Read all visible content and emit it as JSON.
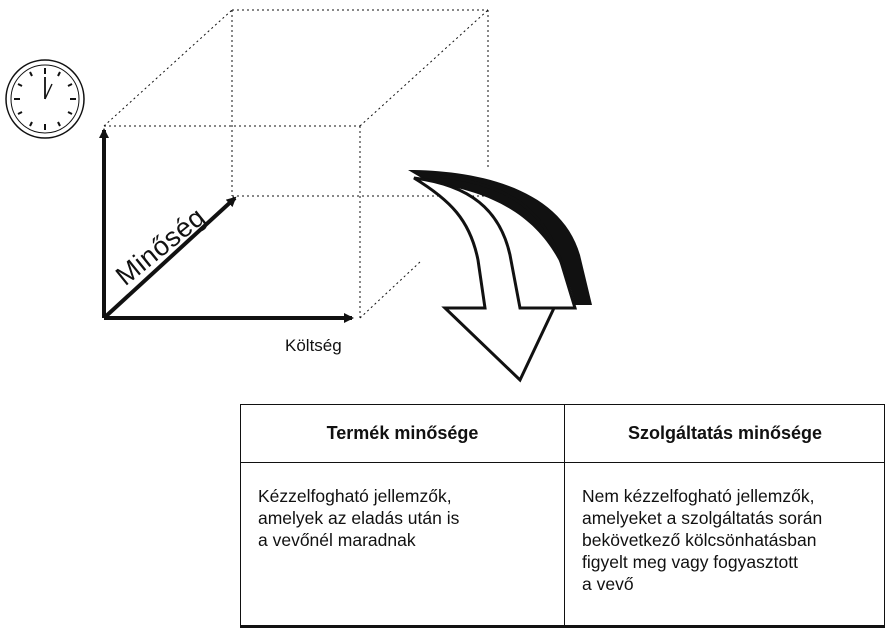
{
  "diagram": {
    "axes": {
      "x_label": "Költség",
      "diagonal_label": "Minőség",
      "vertical_icon": "clock-icon"
    },
    "arrow_icon": "curved-down-arrow-icon"
  },
  "table": {
    "columns": [
      {
        "header": "Termék minősége",
        "lines": [
          "Kézzelfogható jellemzők,",
          "amelyek az eladás után is",
          "a vevőnél maradnak"
        ]
      },
      {
        "header": "Szolgáltatás minősége",
        "lines": [
          "Nem kézzelfogható jellemzők,",
          "amelyeket a szolgáltatás során",
          "bekövetkező kölcsönhatásban",
          "figyelt meg vagy fogyasztott",
          "a vevő"
        ]
      }
    ]
  },
  "colors": {
    "ink": "#111111",
    "background": "#ffffff"
  }
}
